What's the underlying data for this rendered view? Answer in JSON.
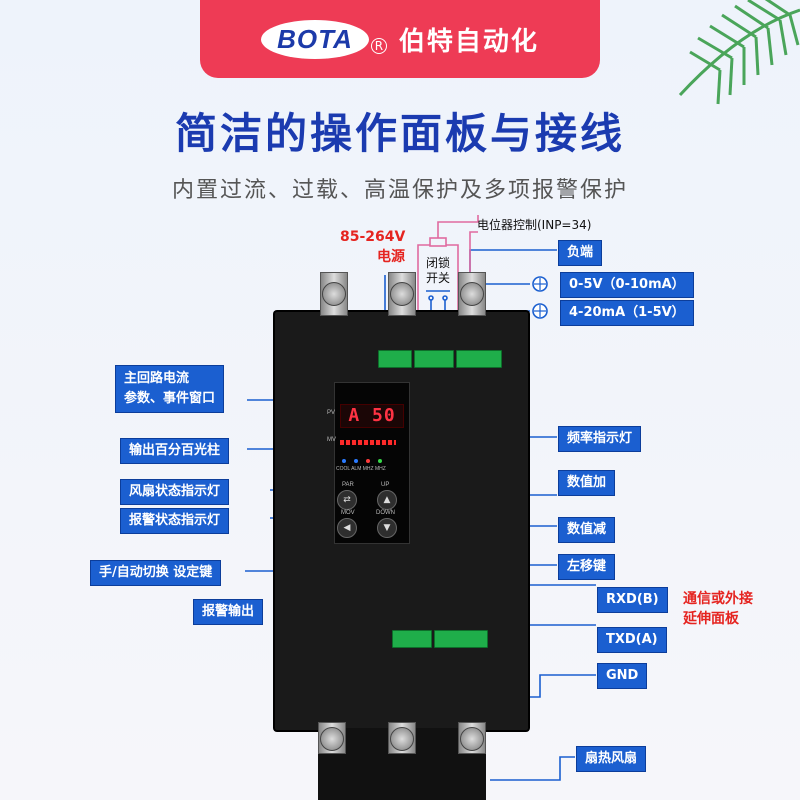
{
  "header": {
    "logo_text": "BOTA",
    "logo_mark": "R",
    "brand_name": "伯特自动化",
    "brand_color": "#ee3b55"
  },
  "headline": "简洁的操作面板与接线",
  "subheadline": "内置过流、过载、高温保护及多项报警保护",
  "top_labels": {
    "voltage": "85-264V",
    "power": "电源",
    "potentiometer": "电位器控制(INP=34)",
    "lock_switch_1": "闭锁",
    "lock_switch_2": "开关",
    "negative": "负端",
    "input_voltage": "0-5V（0-10mA）",
    "input_current": "4-20mA（1-5V）"
  },
  "left_labels": {
    "main_loop_1": "主回路电流",
    "main_loop_2": "参数、事件窗口",
    "output_bar": "输出百分百光柱",
    "fan_led": "风扇状态指示灯",
    "alarm_led": "报警状态指示灯",
    "mode_key": "手/自动切换 设定键",
    "alarm_output": "报警输出"
  },
  "right_labels": {
    "freq_led": "频率指示灯",
    "value_up": "数值加",
    "value_down": "数值减",
    "left_shift": "左移键",
    "rxd": "RXD(B)",
    "txd": "TXD(A)",
    "gnd": "GND",
    "comm_1": "通信或外接",
    "comm_2": "延伸面板",
    "fan": "扇热风扇"
  },
  "panel": {
    "pv": "PV",
    "mv": "MV",
    "display": "A  50",
    "led_labels": "COOL ALM MHZ MHZ",
    "par": "PAR",
    "up": "UP",
    "mov": "MOV",
    "down": "DOWN"
  },
  "colors": {
    "label_blue": "#1b5fd0",
    "accent_red": "#e52420",
    "wire_pink": "#e06aa0",
    "title_blue": "#1b3bb0"
  }
}
